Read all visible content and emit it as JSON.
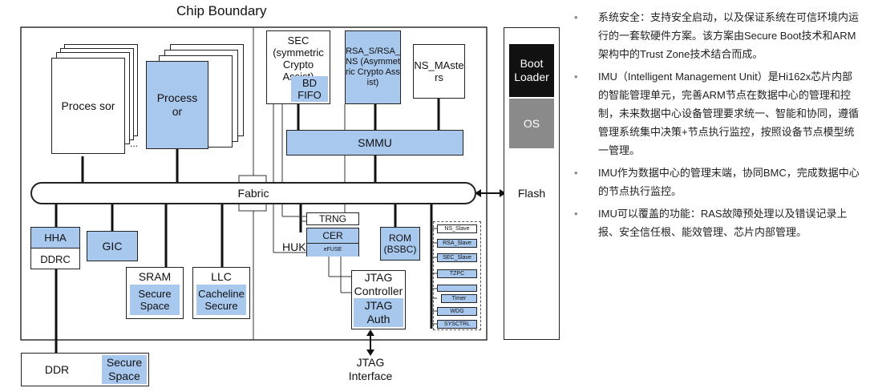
{
  "chip": {
    "title": "Chip Boundary",
    "proc1": "Proces sor",
    "proc2": "Process or",
    "ellipsis": "...",
    "sec": "SEC (symmetric Crypto Assist)",
    "bd": "BD FIFO",
    "rsa": "RSA_S/RSA_NS (Asymmetric Crypto Assist)",
    "nsm": "NS_MAsters",
    "smmu": "SMMU",
    "fabric": "Fabric",
    "hha": "HHA",
    "ddrc": "DDRC",
    "gic": "GIC",
    "sram": "SRAM",
    "sram_sec": "Secure Space",
    "llc": "LLC",
    "llc_sec": "Cacheline Secure",
    "trng": "TRNG",
    "cer": "CER",
    "efuse": "eFUSE",
    "huk": "HUK",
    "rom": "ROM (BSBC)",
    "jtag_ctrl": "JTAG Controller",
    "jtag_auth": "JTAG Auth",
    "slaves": [
      "NS_Slave",
      "RSA_Slave",
      "SEC_Slave",
      "TZPC",
      "",
      "Timer",
      "WDG",
      "SYSCTRL"
    ]
  },
  "external": {
    "ddr": "DDR",
    "ddr_sec": "Secure Space",
    "jtag_if": "JTAG Interface",
    "boot": "Boot Loader",
    "os": "OS",
    "flash": "Flash"
  },
  "colors": {
    "secure_blue": "#a9c8ee",
    "boot_black": "#111111",
    "os_gray": "#8a8a8a"
  },
  "notes": [
    "系统安全：支持安全启动，以及保证系统在可信环境内运行的一套软硬件方案。该方案由Secure Boot技术和ARM架构中的Trust Zone技术结合而成。",
    "IMU（Intelligent Management Unit）是Hi162x芯片内部的智能管理单元，完善ARM节点在数据中心的管理和控制，未来数据中心设备管理要求统一、智能和协同，遵循管理系统集中决策+节点执行监控，按照设备节点模型统一管理。",
    "IMU作为数据中心的管理末端，协同BMC，完成数据中心的节点执行监控。",
    "IMU可以覆盖的功能：RAS故障预处理以及错误记录上报、安全信任根、能效管理、芯片内部管理。"
  ]
}
